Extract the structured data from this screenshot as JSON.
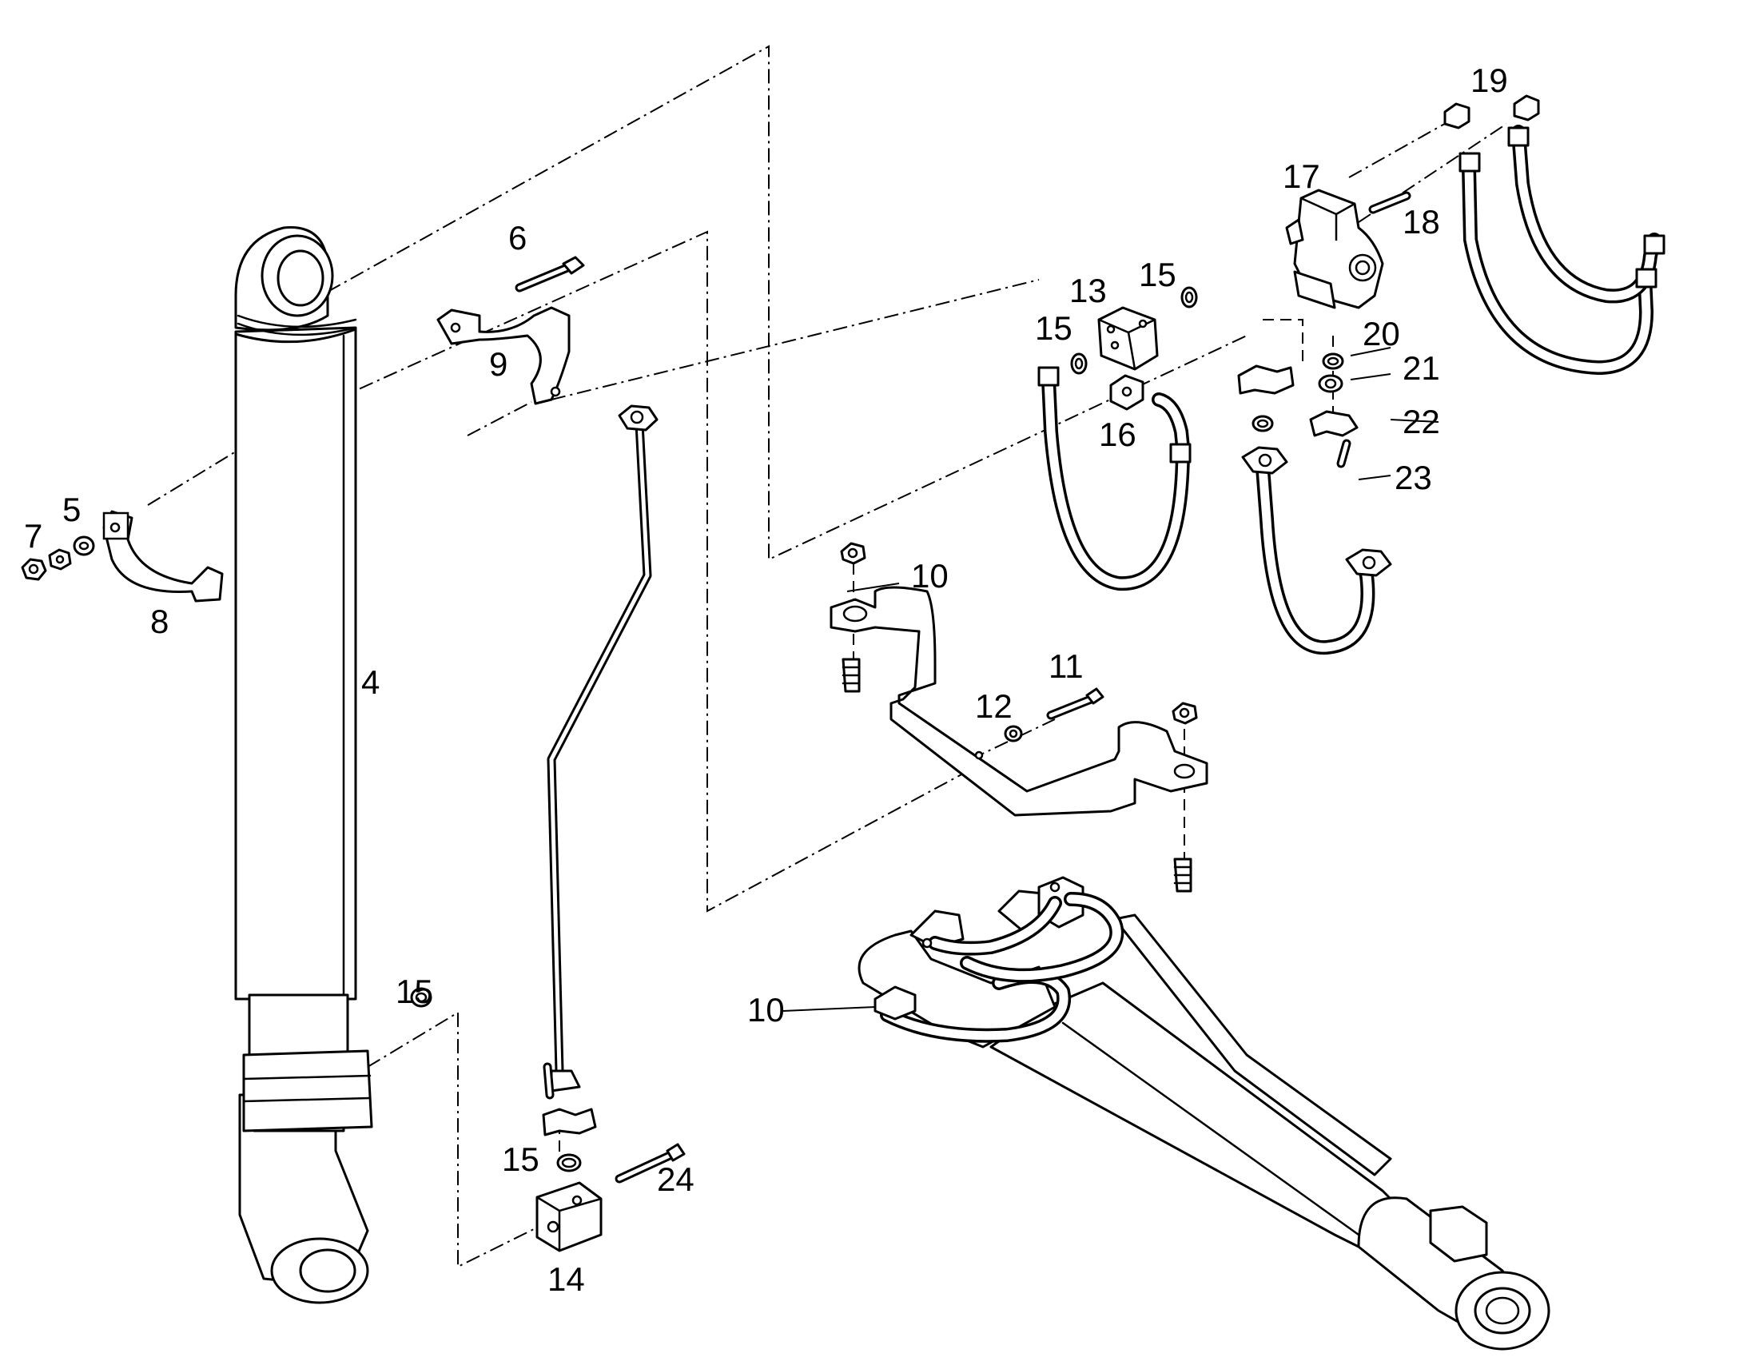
{
  "diagram": {
    "callouts": [
      {
        "id": "c4",
        "text": "4"
      },
      {
        "id": "c5",
        "text": "5"
      },
      {
        "id": "c6",
        "text": "6"
      },
      {
        "id": "c7",
        "text": "7"
      },
      {
        "id": "c8",
        "text": "8"
      },
      {
        "id": "c9",
        "text": "9"
      },
      {
        "id": "c10a",
        "text": "10"
      },
      {
        "id": "c10b",
        "text": "10"
      },
      {
        "id": "c11",
        "text": "11"
      },
      {
        "id": "c12",
        "text": "12"
      },
      {
        "id": "c13",
        "text": "13"
      },
      {
        "id": "c14",
        "text": "14"
      },
      {
        "id": "c15a",
        "text": "15"
      },
      {
        "id": "c15b",
        "text": "15"
      },
      {
        "id": "c15c",
        "text": "15"
      },
      {
        "id": "c15d",
        "text": "15"
      },
      {
        "id": "c16",
        "text": "16"
      },
      {
        "id": "c17",
        "text": "17"
      },
      {
        "id": "c18",
        "text": "18"
      },
      {
        "id": "c19",
        "text": "19"
      },
      {
        "id": "c20",
        "text": "20"
      },
      {
        "id": "c21",
        "text": "21"
      },
      {
        "id": "c22",
        "text": "22"
      },
      {
        "id": "c23",
        "text": "23"
      },
      {
        "id": "c24",
        "text": "24"
      }
    ]
  }
}
